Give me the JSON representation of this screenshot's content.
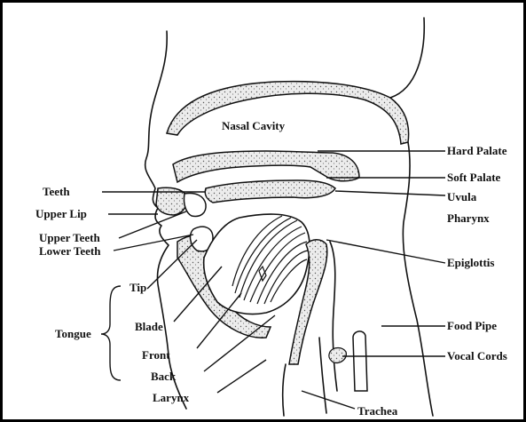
{
  "labels": {
    "nasal_cavity": "Nasal Cavity",
    "hard_palate": "Hard Palate",
    "soft_palate": "Soft Palate",
    "uvula": "Uvula",
    "pharynx": "Pharynx",
    "teeth": "Teeth",
    "upper_lip": "Upper Lip",
    "upper_teeth": "Upper Teeth",
    "lower_teeth": "Lower Teeth",
    "epiglottis": "Epiglottis",
    "tip": "Tip",
    "tongue": "Tongue",
    "blade": "Blade",
    "front": "Front",
    "back": "Back",
    "larynx": "Larynx",
    "food_pipe": "Food Pipe",
    "vocal_cords": "Vocal Cords",
    "trachea": "Trachea"
  }
}
